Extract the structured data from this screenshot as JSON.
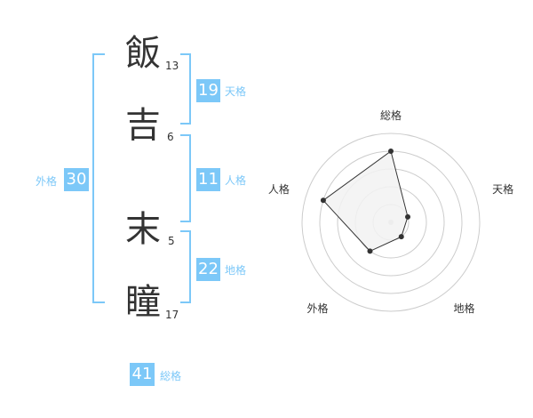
{
  "colors": {
    "accent": "#7cc8f8",
    "text": "#333333",
    "grid": "#cccccc",
    "fill": "#f2f2f2"
  },
  "name": {
    "characters": [
      {
        "char": "飯",
        "strokes": "13"
      },
      {
        "char": "吉",
        "strokes": "6"
      },
      {
        "char": "末",
        "strokes": "5"
      },
      {
        "char": "瞳",
        "strokes": "17"
      }
    ]
  },
  "kakusu": {
    "tenkaku": {
      "value": "19",
      "label": "天格"
    },
    "jinkaku": {
      "value": "11",
      "label": "人格"
    },
    "chikaku": {
      "value": "22",
      "label": "地格"
    },
    "gaikaku": {
      "value": "30",
      "label": "外格"
    },
    "soukaku": {
      "value": "41",
      "label": "総格"
    }
  },
  "chart_data": {
    "type": "radar",
    "axes": [
      "総格",
      "天格",
      "地格",
      "外格",
      "人格"
    ],
    "values": [
      4,
      1,
      1,
      2,
      4
    ],
    "max": 5,
    "rings": 5
  }
}
